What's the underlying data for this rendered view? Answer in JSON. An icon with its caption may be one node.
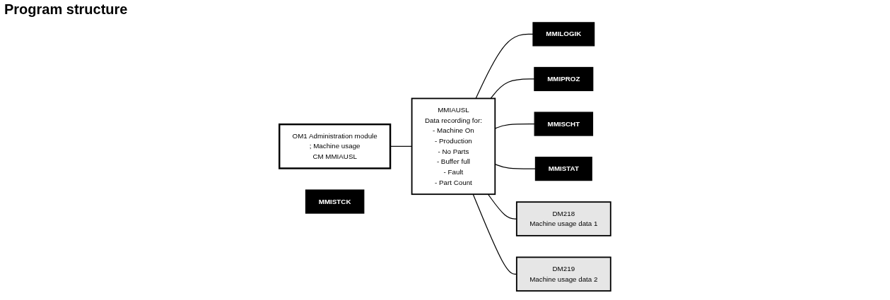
{
  "diagram": {
    "title": "Program structure",
    "nodes": [
      {
        "text": [
          "OM1 Administration module",
          "; Machine usage",
          "CM MMIAUSL"
        ]
      },
      {
        "text": [
          "MMIAUSL",
          "Data recording for:",
          "- Machine On",
          "- Production",
          "- No Parts",
          "- Buffer full",
          "- Fault",
          "- Part Count"
        ]
      },
      {
        "text": [
          "MMILOGIK"
        ]
      },
      {
        "text": [
          "MMIPROZ"
        ]
      },
      {
        "text": [
          "MMISCHT"
        ]
      },
      {
        "text": [
          "MMISTAT"
        ]
      },
      {
        "text": [
          "MMISTCK"
        ]
      },
      {
        "text": [
          "DM218",
          "Machine usage data 1"
        ]
      },
      {
        "text": [
          "DM219",
          "Machine usage data 2"
        ]
      }
    ],
    "edges": [
      {
        "from": 0,
        "to": 1,
        "arrow": "none"
      },
      {
        "from": 1,
        "to": 2,
        "arrow": "none"
      },
      {
        "from": 1,
        "to": 3,
        "arrow": "none"
      },
      {
        "from": 1,
        "to": 4,
        "arrow": "none"
      },
      {
        "from": 1,
        "to": 5,
        "arrow": "none"
      },
      {
        "from": 1,
        "to": 7,
        "arrow": "none"
      },
      {
        "from": 1,
        "to": 8,
        "arrow": "none"
      }
    ]
  }
}
